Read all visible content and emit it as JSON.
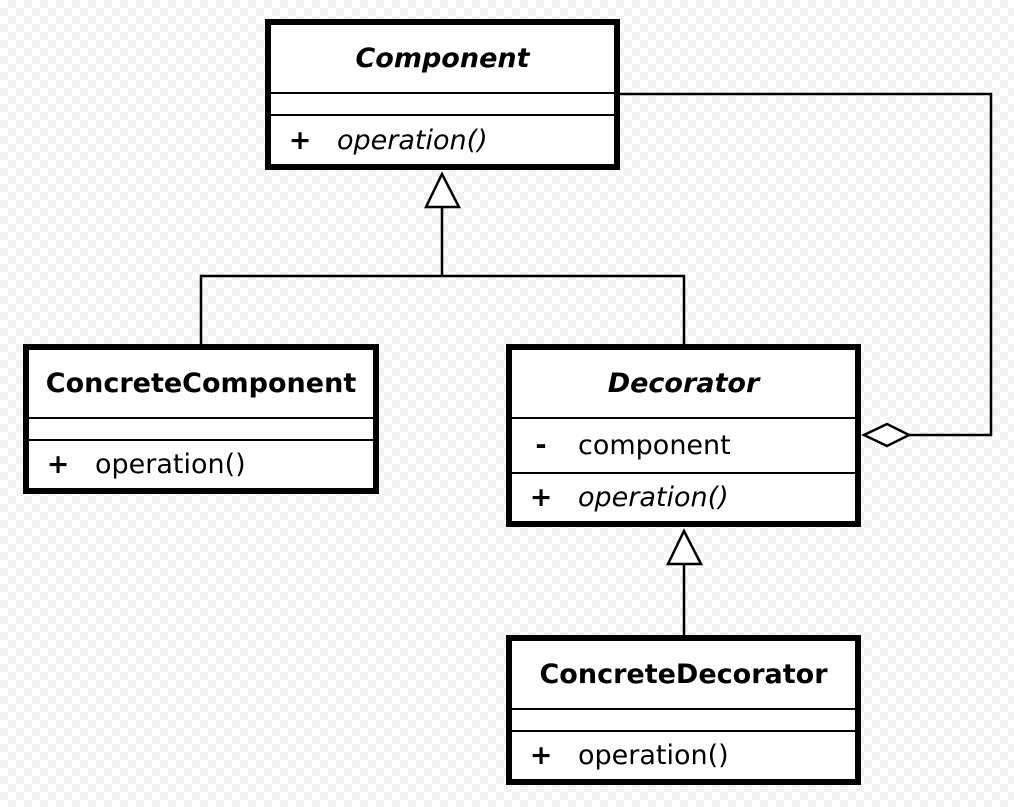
{
  "classes": {
    "component": {
      "name": "Component",
      "operation_visibility": "+",
      "operation": "operation()"
    },
    "concrete_component": {
      "name": "ConcreteComponent",
      "operation_visibility": "+",
      "operation": "operation()"
    },
    "decorator": {
      "name": "Decorator",
      "attribute_visibility": "-",
      "attribute": "component",
      "operation_visibility": "+",
      "operation": "operation()"
    },
    "concrete_decorator": {
      "name": "ConcreteDecorator",
      "operation_visibility": "+",
      "operation": "operation()"
    }
  },
  "relationships": [
    {
      "type": "generalization",
      "from": "ConcreteComponent",
      "to": "Component"
    },
    {
      "type": "generalization",
      "from": "Decorator",
      "to": "Component"
    },
    {
      "type": "generalization",
      "from": "ConcreteDecorator",
      "to": "Decorator"
    },
    {
      "type": "aggregation",
      "from": "Decorator",
      "to": "Component"
    }
  ],
  "colors": {
    "line": "#000000",
    "box_fill": "#ffffff",
    "background_checker": "#f2f2f2"
  }
}
